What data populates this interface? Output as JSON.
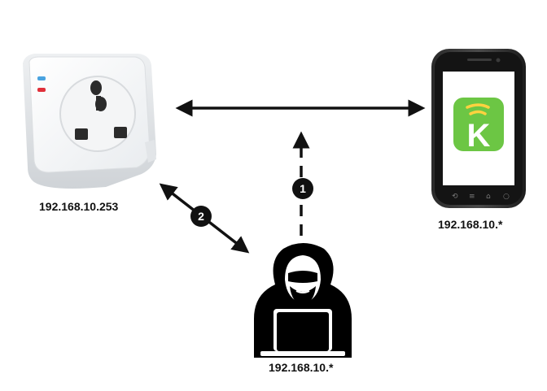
{
  "nodes": {
    "smart_plug": {
      "ip": "192.168.10.253",
      "led_colors": [
        "#4aa3e0",
        "#e0303a"
      ]
    },
    "phone": {
      "ip": "192.168.10.*",
      "app_icon": "kasa-k-icon",
      "app_letter": "K",
      "app_color": "#6cc644"
    },
    "attacker": {
      "ip": "192.168.10.*",
      "icon": "hooded-hacker-icon"
    }
  },
  "steps": [
    {
      "number": "1",
      "description_icon": "dashed-arrow-up-icon"
    },
    {
      "number": "2",
      "description_icon": "double-arrow-icon"
    }
  ]
}
